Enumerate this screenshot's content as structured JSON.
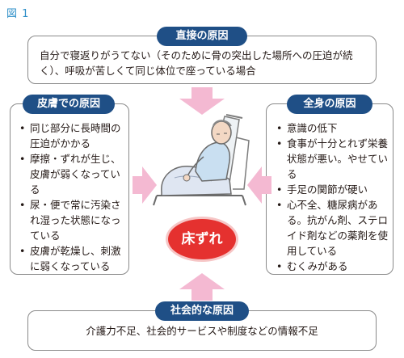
{
  "figure_label": "図 1",
  "top": {
    "title": "直接の原因",
    "text": "自分で寝返りがうてない（そのために骨の突出した場所への圧迫が続く）、呼吸が苦しくて同じ体位で座っている場合"
  },
  "left": {
    "title": "皮膚での原因",
    "items": [
      "同じ部分に長時間の圧迫がかかる",
      "摩擦・ずれが生じ、皮膚が弱くなっている",
      "尿・便で常に汚染され湿った状態になっている",
      "皮膚が乾燥し、刺激に弱くなっている"
    ]
  },
  "right": {
    "title": "全身の原因",
    "items": [
      "意識の低下",
      "食事が十分とれず栄養状態が悪い。やせている",
      "手足の関節が硬い",
      "心不全、糖尿病がある。抗がん剤、ステロイド剤などの薬剤を使用している",
      "むくみがある"
    ]
  },
  "bottom": {
    "title": "社会的な原因",
    "text": "介護力不足、社会的サービスや制度などの情報不足"
  },
  "center": {
    "label": "床ずれ"
  },
  "colors": {
    "tag_bg": "#1f4f86",
    "arrow": "#f4b9d2",
    "center": "#e5312f",
    "figure_label": "#2e8fc8"
  },
  "icons": {
    "illustration": "patient-in-bed-illustration"
  }
}
